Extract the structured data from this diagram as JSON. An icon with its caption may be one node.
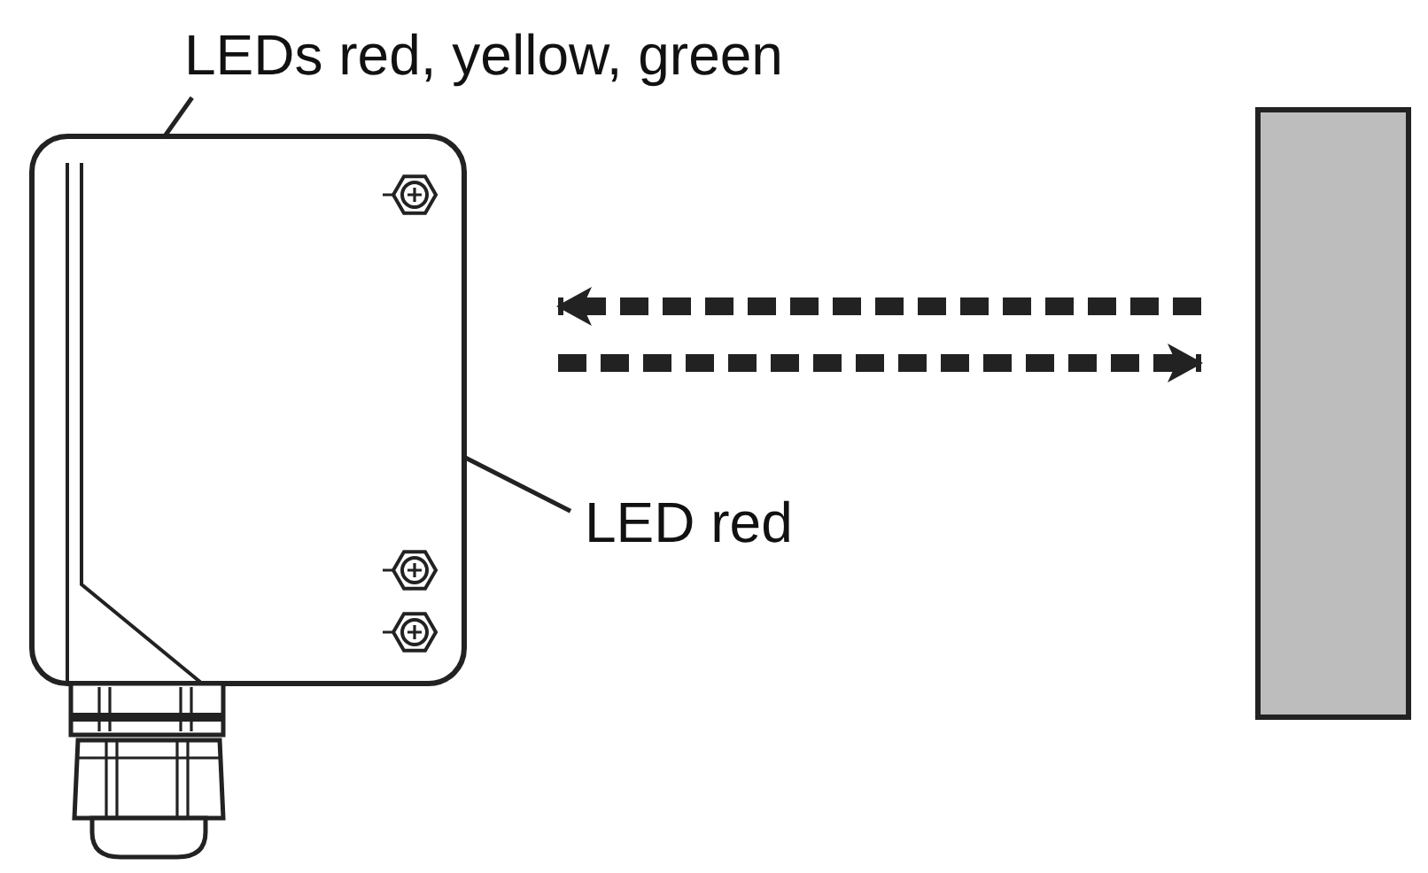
{
  "diagram": {
    "nodes": [
      {
        "text": [
          "LEDs red, yellow, green"
        ]
      },
      {
        "text": [
          "LED red"
        ]
      },
      {
        "text": [],
        "shape": "picture"
      },
      {
        "text": [],
        "shape": "box"
      }
    ],
    "edges": [
      {
        "from": 0,
        "to": 2,
        "arrow": "none"
      },
      {
        "from": 1,
        "to": 2,
        "arrow": "none"
      },
      {
        "from": 3,
        "to": 2,
        "arrow": "to",
        "style": "dashed"
      },
      {
        "from": 2,
        "to": 3,
        "arrow": "to",
        "style": "dashed"
      }
    ]
  }
}
